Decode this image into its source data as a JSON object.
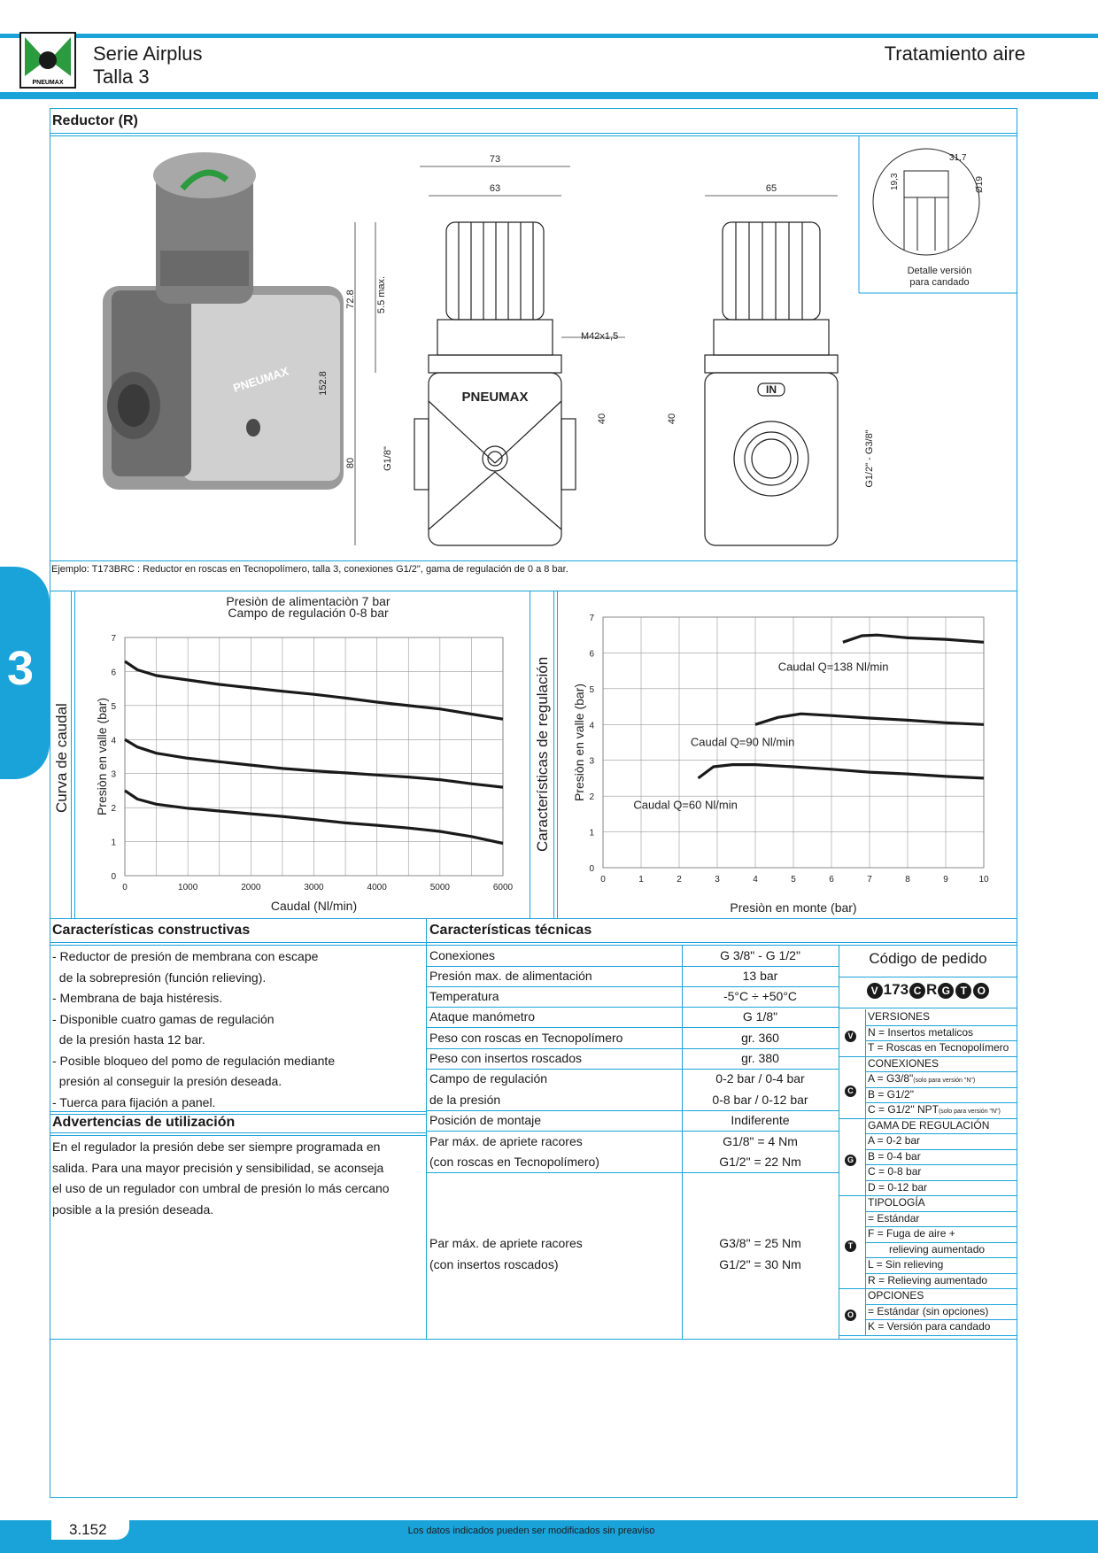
{
  "header": {
    "series": "Serie Airplus",
    "size": "Talla 3",
    "category": "Tratamiento aire",
    "logo_text": "PNEUMAX"
  },
  "title": "Reductor (R)",
  "drawing": {
    "dim_73": "73",
    "dim_63": "63",
    "dim_65": "65",
    "dim_728": "72.8",
    "dim_55": "5.5 max.",
    "dim_1528": "152.8",
    "dim_80": "80",
    "dim_40a": "40",
    "dim_40b": "40",
    "m42": "M42x1,5",
    "g18": "G1/8\"",
    "g12": "G1/2\" - G3/8\"",
    "in_label": "IN",
    "brand": "PNEUMAX",
    "detail_317": "31,7",
    "detail_193": "19,3",
    "detail_19": "Ø19",
    "detail_caption_1": "Detalle versión",
    "detail_caption_2": "para candado"
  },
  "example": "Ejemplo: T173BRC : Reductor en roscas en Tecnopolímero, talla 3, conexiones G1/2\", gama de regulación de 0 a 8 bar.",
  "side_tab": "3",
  "chart_titles": {
    "left_side": "Curva de caudal",
    "right_side": "Características de regulación"
  },
  "chart_data": [
    {
      "type": "line",
      "title": "Presiòn de alimentaciòn 7 bar",
      "subtitle": "Campo de regulación 0-8 bar",
      "xlabel": "Caudal (Nl/min)",
      "ylabel": "Presiòn en valle (bar)",
      "xlim": [
        0,
        6000
      ],
      "ylim": [
        0,
        7
      ],
      "xticks": [
        "0",
        "1000",
        "2000",
        "3000",
        "4000",
        "5000",
        "6000"
      ],
      "yticks": [
        "0",
        "1",
        "2",
        "3",
        "4",
        "5",
        "6",
        "7"
      ],
      "grid": true,
      "series": [
        {
          "x": [
            0,
            200,
            500,
            1000,
            1500,
            2000,
            2500,
            3000,
            3500,
            4000,
            4500,
            5000,
            5500,
            6000
          ],
          "y": [
            6.3,
            6.05,
            5.88,
            5.75,
            5.62,
            5.52,
            5.42,
            5.33,
            5.22,
            5.1,
            5.0,
            4.9,
            4.75,
            4.6
          ]
        },
        {
          "x": [
            0,
            200,
            500,
            1000,
            1500,
            2000,
            2500,
            3000,
            3500,
            4000,
            4500,
            5000,
            5500,
            6000
          ],
          "y": [
            4.0,
            3.78,
            3.6,
            3.45,
            3.35,
            3.25,
            3.15,
            3.08,
            3.02,
            2.96,
            2.9,
            2.82,
            2.7,
            2.6
          ]
        },
        {
          "x": [
            0,
            200,
            500,
            1000,
            1500,
            2000,
            2500,
            3000,
            3500,
            4000,
            4500,
            5000,
            5500,
            6000
          ],
          "y": [
            2.5,
            2.25,
            2.1,
            1.98,
            1.9,
            1.82,
            1.74,
            1.65,
            1.55,
            1.48,
            1.4,
            1.3,
            1.15,
            0.95
          ]
        }
      ]
    },
    {
      "type": "line",
      "xlabel": "Presiòn en monte (bar)",
      "ylabel": "Presiòn en valle (bar)",
      "xlim": [
        0,
        10
      ],
      "ylim": [
        0,
        7
      ],
      "xticks": [
        "0",
        "1",
        "2",
        "3",
        "4",
        "5",
        "6",
        "7",
        "8",
        "9",
        "10"
      ],
      "yticks": [
        "0",
        "1",
        "2",
        "3",
        "4",
        "5",
        "6",
        "7"
      ],
      "grid": true,
      "series": [
        {
          "name": "Caudal Q=138 Nl/min",
          "x": [
            6.3,
            6.8,
            7.2,
            8,
            9,
            10
          ],
          "y": [
            6.3,
            6.48,
            6.5,
            6.42,
            6.38,
            6.3
          ]
        },
        {
          "name": "Caudal Q=90 Nl/min",
          "x": [
            4,
            4.6,
            5.2,
            6,
            7,
            8,
            9,
            10
          ],
          "y": [
            4.0,
            4.2,
            4.3,
            4.25,
            4.18,
            4.12,
            4.05,
            4.0
          ]
        },
        {
          "name": "Caudal Q=60 Nl/min",
          "x": [
            2.5,
            2.9,
            3.4,
            4,
            5,
            6,
            7,
            8,
            9,
            10
          ],
          "y": [
            2.5,
            2.82,
            2.88,
            2.88,
            2.82,
            2.75,
            2.67,
            2.62,
            2.55,
            2.5
          ]
        }
      ]
    }
  ],
  "constructive": {
    "title": "Características constructivas",
    "lines": [
      "- Reductor de presión de membrana con escape",
      "  de la sobrepresión (función relieving).",
      "- Membrana de baja histéresis.",
      "- Disponible cuatro gamas de regulación",
      "  de la presión hasta 12 bar.",
      "- Posible bloqueo del pomo de regulación mediante",
      "  presión al conseguir la presión deseada.",
      "- Tuerca para fijación a panel."
    ]
  },
  "warnings": {
    "title": "Advertencias de utilización",
    "lines": [
      "En el regulador la presión debe ser siempre programada en",
      "salida. Para una mayor precisión y sensibilidad, se aconseja",
      "el uso de un regulador con umbral de presión lo más cercano",
      "posible a la presión deseada."
    ]
  },
  "technical": {
    "title": "Características técnicas",
    "rows": [
      {
        "label": "Conexiones",
        "value": "G 3/8\" - G 1/2\""
      },
      {
        "label": "Presión max. de alimentación",
        "value": "13 bar"
      },
      {
        "label": "Temperatura",
        "value": "-5°C ÷ +50°C"
      },
      {
        "label": "Ataque manómetro",
        "value": "G 1/8\""
      },
      {
        "label": "Peso con roscas en Tecnopolímero",
        "value": "gr. 360"
      },
      {
        "label": "Peso con insertos roscados",
        "value": "gr. 380"
      },
      {
        "label": "Campo de regulación",
        "value": "0-2 bar / 0-4 bar"
      },
      {
        "label": "de la presión",
        "value": "0-8 bar / 0-12 bar"
      },
      {
        "label": "Posición de montaje",
        "value": "Indiferente"
      },
      {
        "label": "Par máx. de apriete racores",
        "value": "G1/8\" = 4 Nm"
      },
      {
        "label": "(con roscas en Tecnopolímero)",
        "value": "G1/2\" = 22 Nm"
      },
      {
        "label": "Par máx. de apriete racores",
        "value": "G3/8\" = 25 Nm"
      },
      {
        "label": "(con insertos roscados)",
        "value": "G1/2\" = 30 Nm"
      }
    ]
  },
  "order": {
    "title": "Código de pedido",
    "code_parts": [
      "V",
      "173",
      "C",
      "R",
      "G",
      "T",
      "O"
    ],
    "groups": [
      {
        "letter": "V",
        "title": "VERSIONES",
        "items": [
          "N = Insertos metalicos",
          "T = Roscas en Tecnopolímero"
        ]
      },
      {
        "letter": "C",
        "title": "CONEXIONES",
        "items": [
          "A = G3/8\"",
          "B = G1/2\"",
          "C = G1/2\" NPT"
        ],
        "notes": [
          "(solo para versión \"N\")",
          "",
          "(solo para versión \"N\")"
        ]
      },
      {
        "letter": "G",
        "title": "GAMA DE REGULACIÓN",
        "items": [
          "A = 0-2 bar",
          "B = 0-4 bar",
          "C = 0-8 bar",
          "D = 0-12 bar"
        ]
      },
      {
        "letter": "T",
        "title": "TIPOLOGÍA",
        "items": [
          "= Estándar",
          "F = Fuga de aire +",
          "relieving aumentado",
          "L = Sin relieving",
          "R = Relieving aumentado"
        ]
      },
      {
        "letter": "O",
        "title": "OPCIONES",
        "items": [
          "= Estándar (sin opciones)",
          "K = Versión para candado"
        ]
      }
    ]
  },
  "footer": {
    "page": "3.152",
    "note": "Los datos indicados pueden ser modificados sin preaviso"
  }
}
